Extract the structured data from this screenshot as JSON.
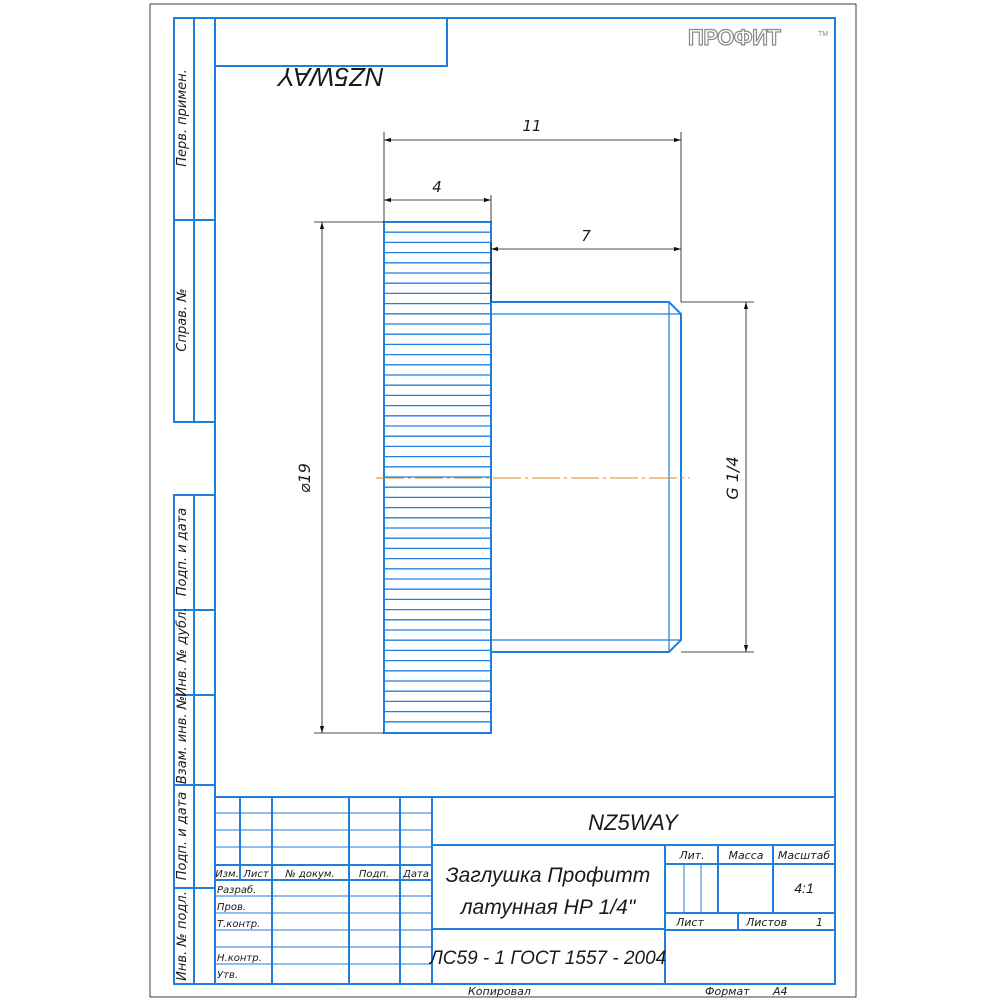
{
  "brand": {
    "logo_text": "ПРОФИТ",
    "logo_mark": "TM"
  },
  "stamp_top": "NZ5WAY",
  "side_labels": {
    "perv_primen": "Перв. примен.",
    "sprav_no": "Справ. №",
    "podp_i_data_1": "Подп. и дата",
    "inv_no_dubl": "Инв. № дубл.",
    "vzam_inv_no": "Взам. инв. №",
    "podp_i_data_2": "Подп. и дата",
    "inv_no_podl": "Инв. № подл."
  },
  "dimensions": {
    "overall_length": "11",
    "flange_width": "4",
    "thread_length": "7",
    "diameter": "⌀19",
    "thread": "G 1/4"
  },
  "title_block": {
    "designation": "NZ5WAY",
    "name_line1": "Заглушка Профитт",
    "name_line2": "латунная НР 1/4\"",
    "material": "ЛС59 - 1 ГОСТ 1557 - 2004",
    "columns": {
      "izm": "Изм.",
      "list": "Лист",
      "doc_no": "№ докум.",
      "podp": "Подп.",
      "data": "Дата"
    },
    "rows": {
      "razrab": "Разраб.",
      "prov": "Пров.",
      "tkontr": "Т.контр.",
      "nkontr": "Н.контр.",
      "utv": "Утв."
    },
    "lit_label": "Лит.",
    "massa_label": "Масса",
    "masshtab_label": "Масштаб",
    "scale": "4:1",
    "list_label": "Лист",
    "listov_label": "Листов",
    "listov_value": "1"
  },
  "footer": {
    "kopiroval": "Копировал",
    "format_label": "Формат",
    "format_value": "A4"
  },
  "colors": {
    "frame": "#1f7fe0",
    "part": "#1f7fe0",
    "dimension": "#111111",
    "centerline": "#e08a1f"
  }
}
